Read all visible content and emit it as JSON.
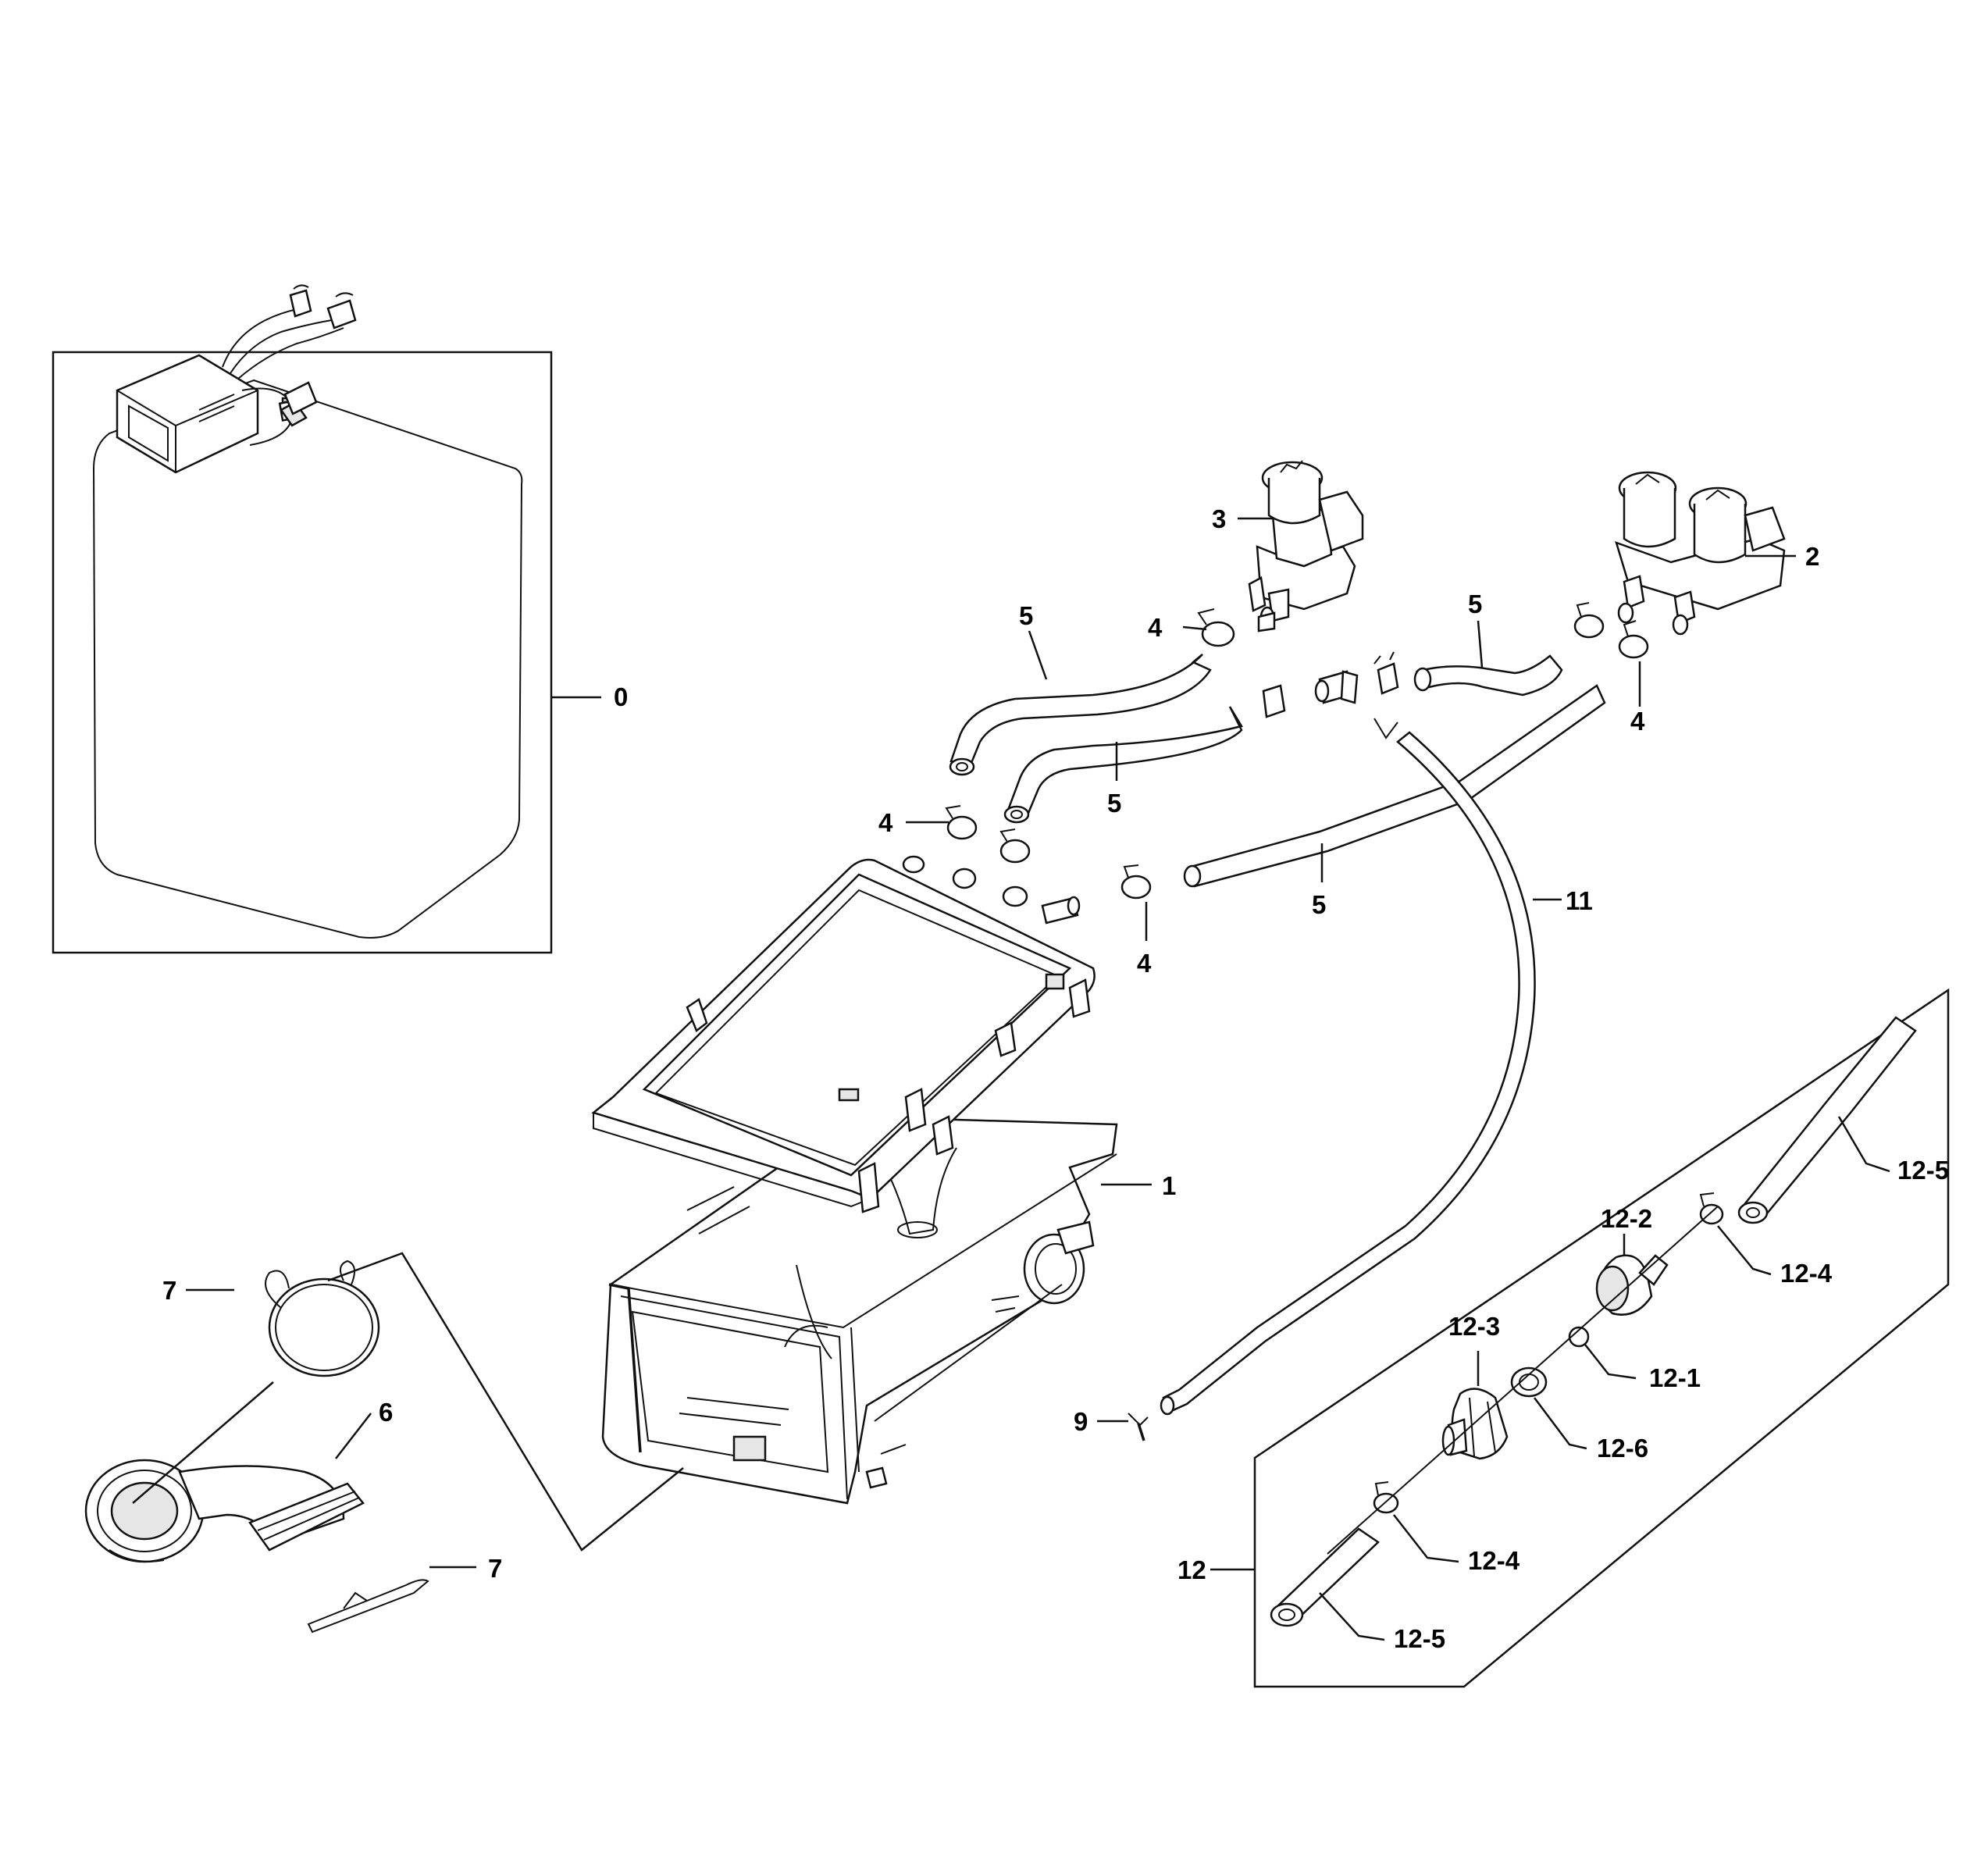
{
  "callouts": {
    "c0": "0",
    "c1": "1",
    "c2": "2",
    "c3": "3",
    "c4a": "4",
    "c4b": "4",
    "c4c": "4",
    "c4d": "4",
    "c5a": "5",
    "c5b": "5",
    "c5c": "5",
    "c5d": "5",
    "c6": "6",
    "c7a": "7",
    "c7b": "7",
    "c9": "9",
    "c11": "11",
    "c12": "12",
    "c12_1": "12-1",
    "c12_2": "12-2",
    "c12_3": "12-3",
    "c12_4a": "12-4",
    "c12_4b": "12-4",
    "c12_5a": "12-5",
    "c12_5b": "12-5",
    "c12_6": "12-6"
  }
}
